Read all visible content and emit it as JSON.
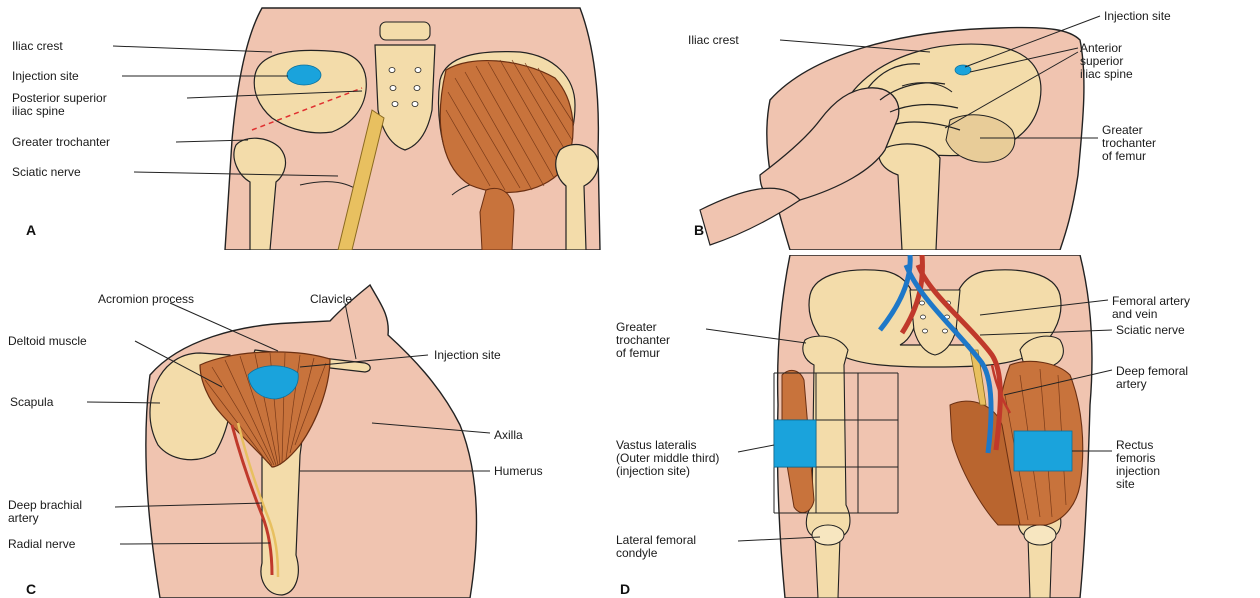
{
  "figure": {
    "panels": [
      {
        "letter": "A",
        "labels": [
          "Iliac crest",
          "Injection site",
          "Posterior superior\niliac spine",
          "Greater trochanter",
          "Sciatic nerve"
        ]
      },
      {
        "letter": "B",
        "labels": [
          "Iliac crest",
          "Injection site",
          "Anterior\nsuperior\niliac spine",
          "Greater\ntrochanter\nof femur"
        ]
      },
      {
        "letter": "C",
        "labels": [
          "Acromion process",
          "Clavicle",
          "Deltoid muscle",
          "Injection site",
          "Scapula",
          "Axilla",
          "Humerus",
          "Deep brachial\nartery",
          "Radial nerve"
        ]
      },
      {
        "letter": "D",
        "labels": [
          "Greater\ntrochanter\nof femur",
          "Femoral artery\nand vein",
          "Sciatic nerve",
          "Deep femoral\nartery",
          "Vastus lateralis\n(Outer middle third)\n(injection site)",
          "Rectus\nfemoris\ninjection\nsite",
          "Lateral femoral\ncondyle"
        ]
      }
    ]
  },
  "colors": {
    "skin": "#f0c4b0",
    "bone": "#f3dcaa",
    "muscle": "#c8733c",
    "muscle_dark": "#9e4f24",
    "injection_site": "#1aa3dc",
    "artery": "#c0392b",
    "vein": "#1e78c8",
    "nerve": "#e8c060",
    "outline": "#222222"
  }
}
